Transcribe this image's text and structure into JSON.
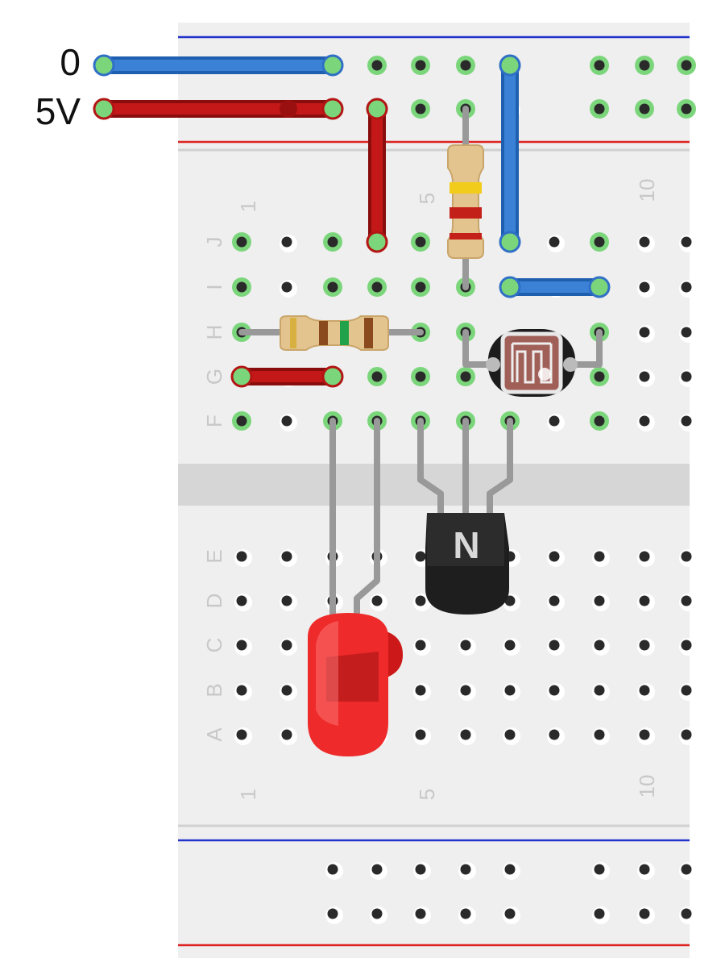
{
  "supply": {
    "ground_label": "0",
    "vcc_label": "5V"
  },
  "board": {
    "row_letters_top": [
      "J",
      "I",
      "H",
      "G",
      "F"
    ],
    "row_letters_bottom": [
      "E",
      "D",
      "C",
      "B",
      "A"
    ],
    "column_numbers": [
      "1",
      "5",
      "10"
    ]
  },
  "components": {
    "transistor_label": "N"
  },
  "colors": {
    "wire_ground": "#3b82d6",
    "wire_vcc": "#c41818",
    "rail_blue": "#2233cc",
    "rail_red": "#dd2222",
    "board": "#efefef",
    "divider": "#d4d4d4",
    "hole": "#2a2a2a",
    "connected_hole": "#7bd67b",
    "led": "#ee2222",
    "transistor": "#1e1e1e"
  }
}
